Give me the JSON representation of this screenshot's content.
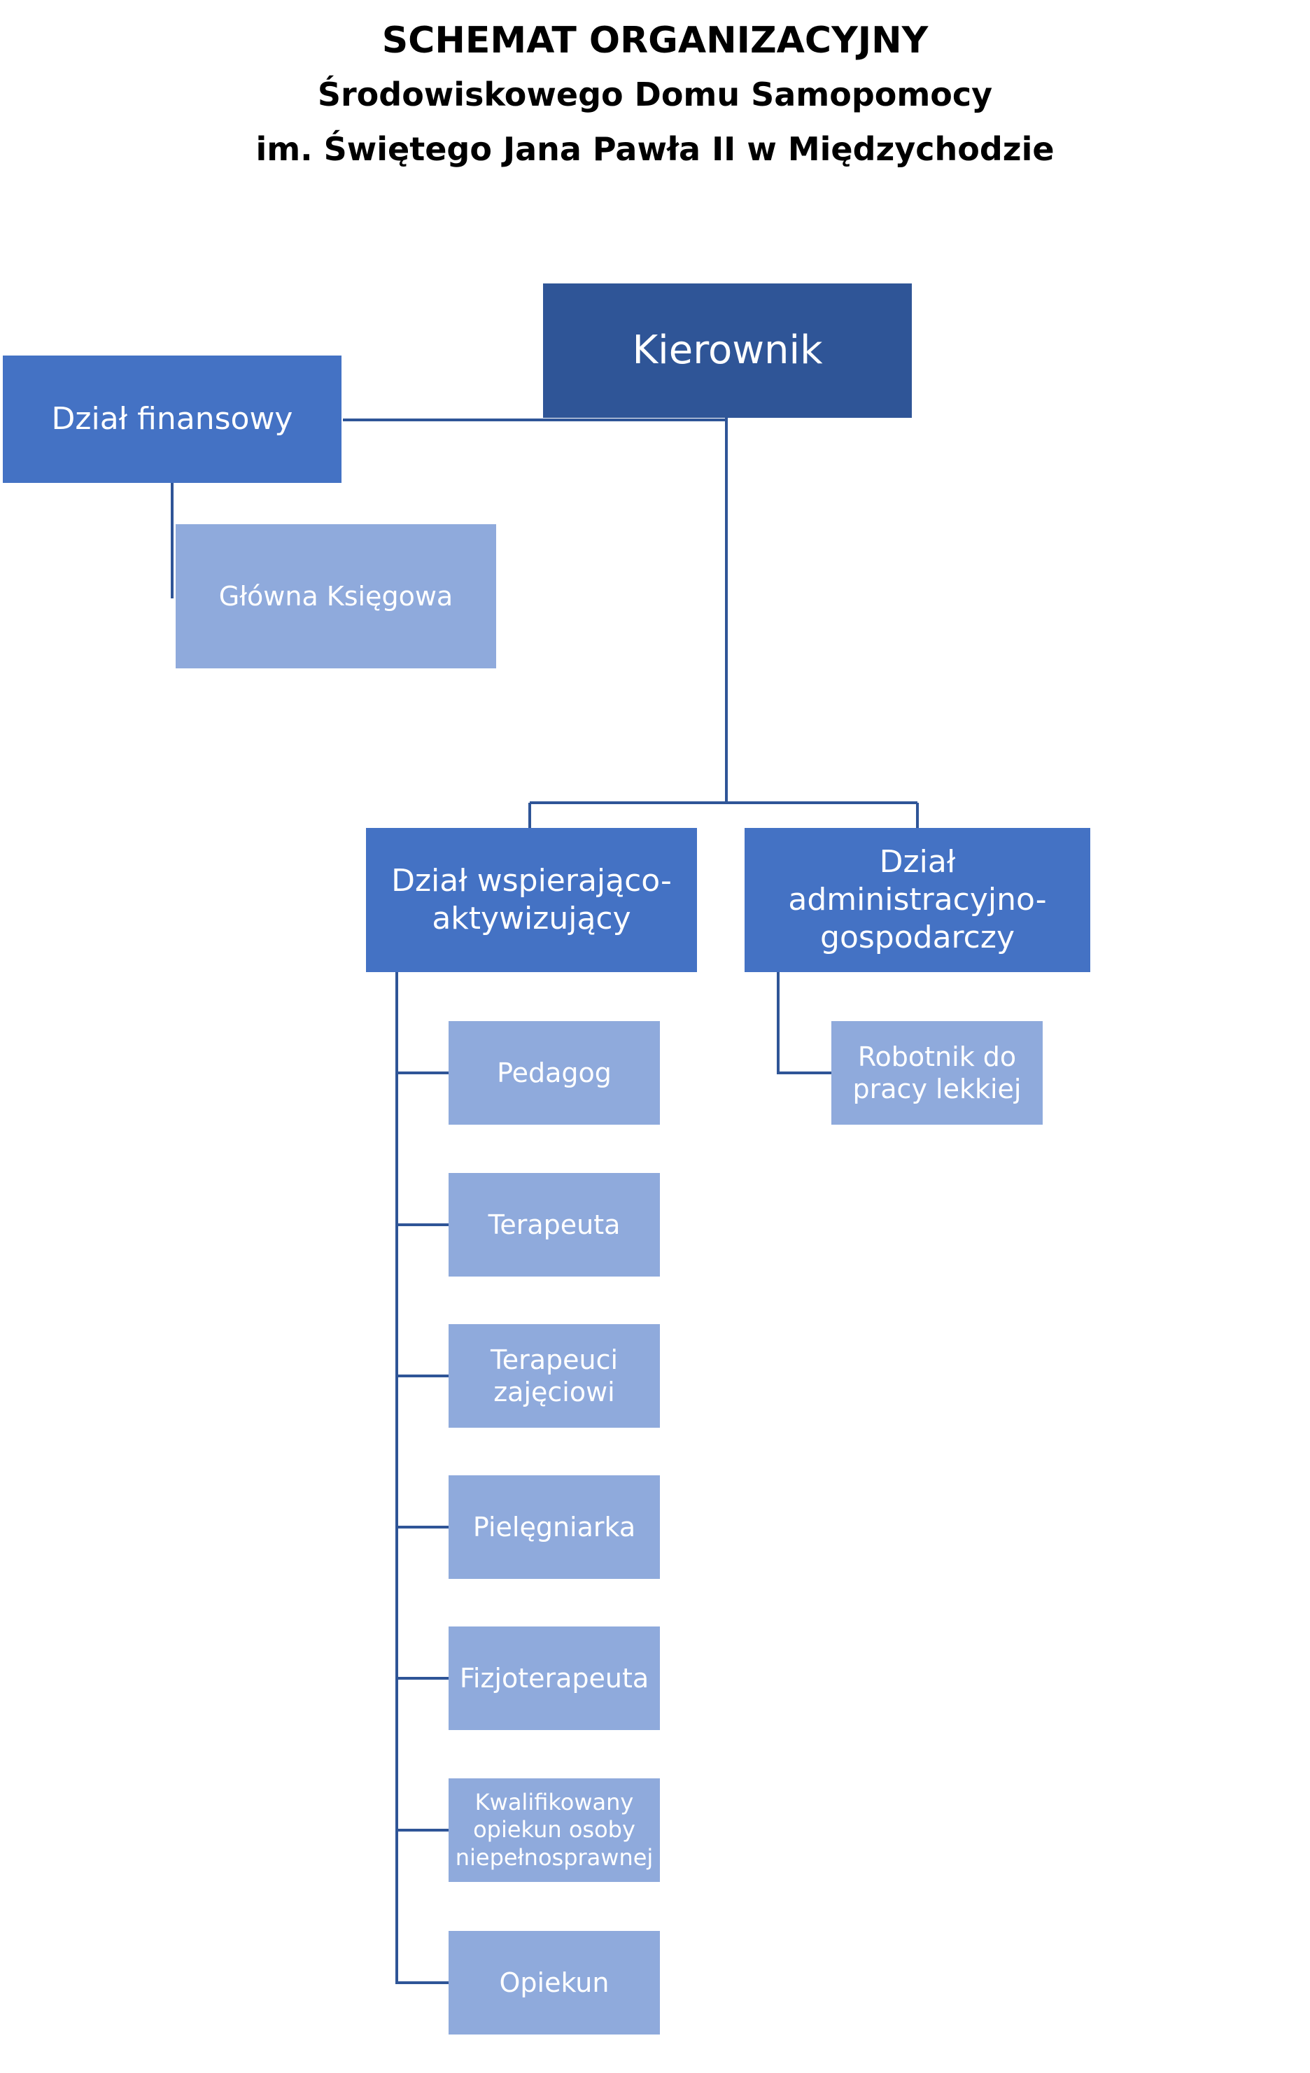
{
  "header": {
    "title": "SCHEMAT ORGANIZACYJNY",
    "subtitle_line1": "Środowiskowego Domu Samopomocy",
    "subtitle_line2": "im. Świętego Jana Pawła II w Międzychodzie"
  },
  "colors": {
    "top_box": "#2f5597",
    "department_box": "#4472c4",
    "position_box": "#8faadc",
    "connector": "#2f5597"
  },
  "org": {
    "head": "Kierownik",
    "finance_department": "Dział finansowy",
    "finance_positions": [
      "Główna Księgowa"
    ],
    "support_department": "Dział wspierająco-aktywizujący",
    "support_positions": [
      "Pedagog",
      "Terapeuta",
      "Terapeuci zajęciowi",
      "Pielęgniarka",
      "Fizjoterapeuta",
      "Kwalifikowany opiekun osoby niepełnosprawnej",
      "Opiekun"
    ],
    "admin_department": "Dział administracyjno-gospodarczy",
    "admin_positions": [
      "Robotnik do pracy lekkiej"
    ]
  }
}
